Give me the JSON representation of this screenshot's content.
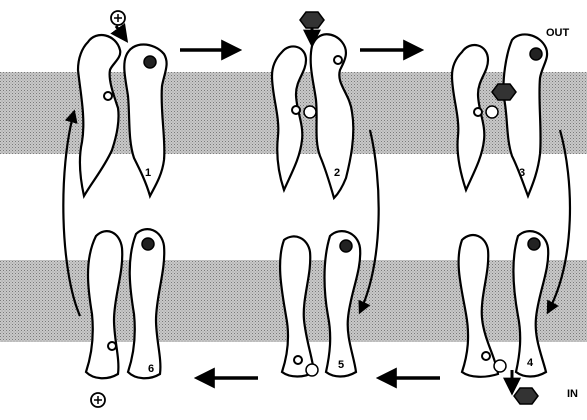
{
  "labels": {
    "outside": "OUT",
    "inside": "IN"
  },
  "states": [
    {
      "number": "1"
    },
    {
      "number": "2"
    },
    {
      "number": "3"
    },
    {
      "number": "4"
    },
    {
      "number": "5"
    },
    {
      "number": "6"
    }
  ],
  "colors": {
    "membrane": "#bdbdbd",
    "protein": "#ffffff",
    "outline": "#000000",
    "ion": "#000000"
  },
  "icons": {
    "cation": "circled-plus-ion",
    "ligand": "hexagon-ligand",
    "binding_site": "small-circle-site"
  }
}
